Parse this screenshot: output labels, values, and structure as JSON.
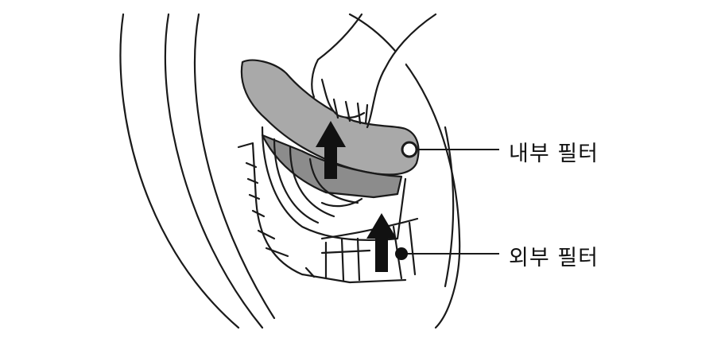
{
  "illustration": {
    "subject": "filter-removal",
    "colors": {
      "line": "#1a1a1a",
      "filter_fill": "#a9a9a9",
      "filter_shade": "#8c8c8c",
      "background": "#ffffff",
      "arrow": "#111111"
    }
  },
  "callouts": {
    "inner_filter": {
      "label": "내부 필터"
    },
    "outer_filter": {
      "label": "외부 필터"
    }
  }
}
